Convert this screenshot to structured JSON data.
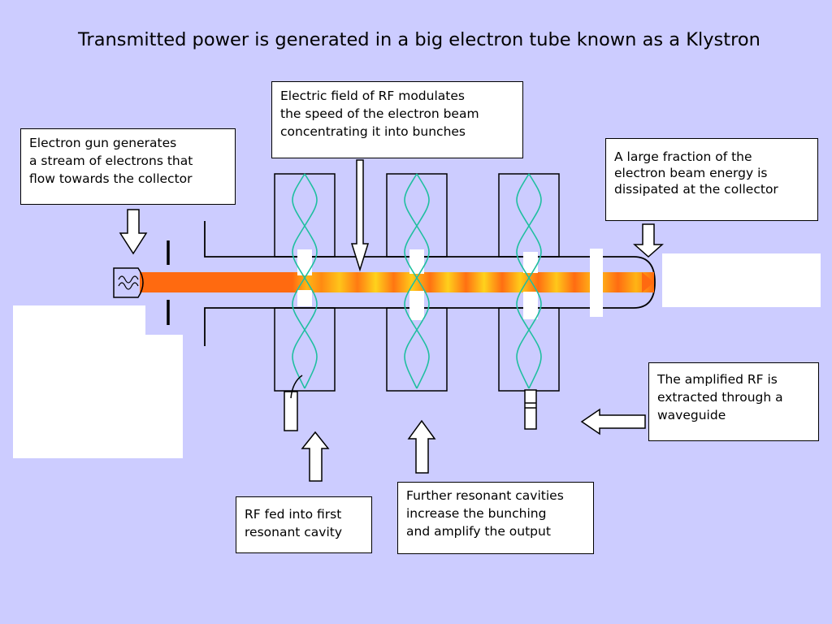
{
  "title": "Transmitted power is generated in a big electron tube known as a  Klystron",
  "callouts": {
    "electron_gun": "Electron gun generates\na stream of electrons that\nflow towards the collector",
    "rf_modulates": "Electric field of RF modulates\nthe speed of the electron beam\nconcentrating it into bunches",
    "collector": "A large fraction of the\nelectron beam energy is\ndissipated at the collector",
    "amplified_rf": "The amplified RF is\nextracted through a\nwaveguide",
    "rf_fed": "RF fed into first\nresonant cavity",
    "further_cavities": "Further resonant cavities\nincrease the bunching\nand amplify the output"
  },
  "colors": {
    "background": "#ccccff",
    "beam": "#ff6a10",
    "bunch": "#ffd21a",
    "standing_wave": "#1fbfa0",
    "outline": "#000000"
  }
}
